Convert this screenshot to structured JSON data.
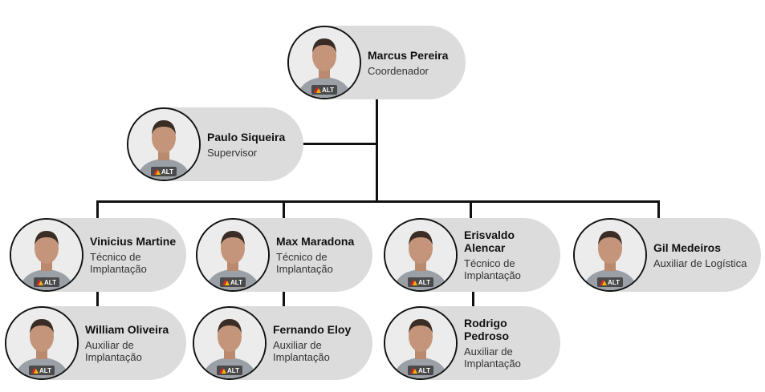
{
  "people": {
    "marcus": {
      "name": "Marcus Pereira",
      "role": "Coordenador"
    },
    "paulo": {
      "name": "Paulo Siqueira",
      "role": "Supervisor"
    },
    "vinicius": {
      "name": "Vinicius Martine",
      "role": "Técnico de\nImplantação"
    },
    "max": {
      "name": "Max Maradona",
      "role": "Técnico de\nImplantação"
    },
    "erisvaldo": {
      "name": "Erisvaldo Alencar",
      "role": "Técnico de\nImplantação"
    },
    "gil": {
      "name": "Gil Medeiros",
      "role": "Auxiliar de Logística"
    },
    "william": {
      "name": "William Oliveira",
      "role": "Auxiliar de\nImplantação"
    },
    "fernando": {
      "name": "Fernando Eloy",
      "role": "Auxiliar de\nImplantação"
    },
    "rodrigo": {
      "name": "Rodrigo Pedroso",
      "role": "Auxiliar de\nImplantação"
    }
  },
  "logo_text": "ALT",
  "colors": {
    "card": "#dcdcdc",
    "line": "#111111",
    "logo_red": "#d7262b",
    "logo_yellow": "#f2b705"
  }
}
